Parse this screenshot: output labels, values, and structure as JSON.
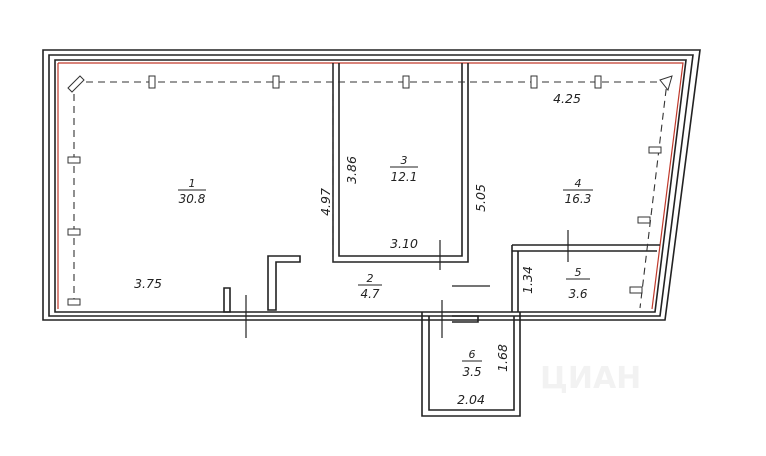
{
  "rooms": [
    {
      "number": "1",
      "area": "30.8"
    },
    {
      "number": "2",
      "area": "4.7"
    },
    {
      "number": "3",
      "area": "12.1"
    },
    {
      "number": "4",
      "area": "16.3"
    },
    {
      "number": "5",
      "area": "3.6"
    },
    {
      "number": "6",
      "area": "3.5"
    }
  ],
  "dimensions": {
    "room1_width": "3.75",
    "room1_height": "4.97",
    "room3_height": "3.86",
    "room3_width": "3.10",
    "room4_height": "5.05",
    "room4_width": "4.25",
    "room5_height": "1.34",
    "room6_height": "1.68",
    "room6_width": "2.04"
  },
  "watermark": "ЦИАН"
}
